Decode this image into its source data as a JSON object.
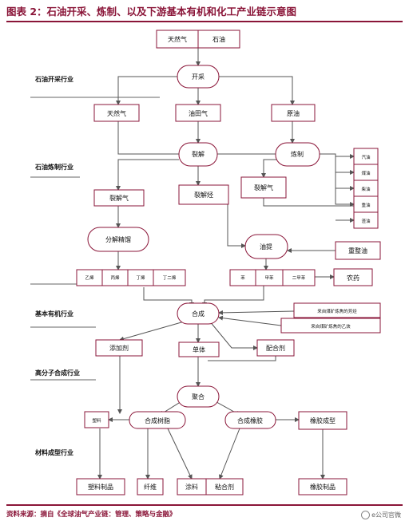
{
  "title": "图表 2：石油开采、炼制、以及下游基本有机和化工产业链示意图",
  "footer": "资料来源：摘自《全球油气产业链：管理、策略与金融》",
  "watermark": "e公司官微",
  "sections": {
    "oil_extraction": "石油开采行业",
    "oil_refining": "石油炼制行业",
    "basic_organic": "基本有机行业",
    "polymer": "高分子合成行业",
    "materials": "材料成型行业"
  },
  "nodes": {
    "natural_gas_top": "天然气",
    "petroleum": "石油",
    "extraction": "开采",
    "natural_gas": "天然气",
    "oilfield_gas": "油田气",
    "crude_oil": "原油",
    "cracking": "裂解",
    "refining": "炼制",
    "cracked_gas": "裂解气",
    "cracked_oil": "裂解烃",
    "gasoline": "汽油",
    "kerosene": "煤油",
    "diesel": "柴油",
    "heavy_oil": "重油",
    "residue": "渣油",
    "fractionation": "分解精馏",
    "extract_oil": "油提",
    "reforming_oil": "重整油",
    "ethylene": "乙烯",
    "propylene": "丙烯",
    "butylene": "丁烯",
    "butadiene": "丁二烯",
    "benzene": "苯",
    "toluene": "甲苯",
    "xylene": "二甲苯",
    "pesticide": "农药",
    "coal_aromatics": "来自煤矿炼焦的芳烃",
    "coal_ethylene": "来自煤矿炼焦的乙炔",
    "synthesis": "合成",
    "additive": "添加剂",
    "monomer": "单体",
    "formulation": "配合剂",
    "polymerization": "聚合",
    "plastic": "塑料",
    "synthetic_resin": "合成树脂",
    "synthetic_rubber": "合成橡胶",
    "rubber_molding": "橡胶成型",
    "plastic_products": "塑料制品",
    "fiber": "纤维",
    "coating": "涂料",
    "adhesive": "粘合剂",
    "rubber_products": "橡胶制品"
  },
  "colors": {
    "accent": "#8a1538",
    "line": "#555555"
  }
}
